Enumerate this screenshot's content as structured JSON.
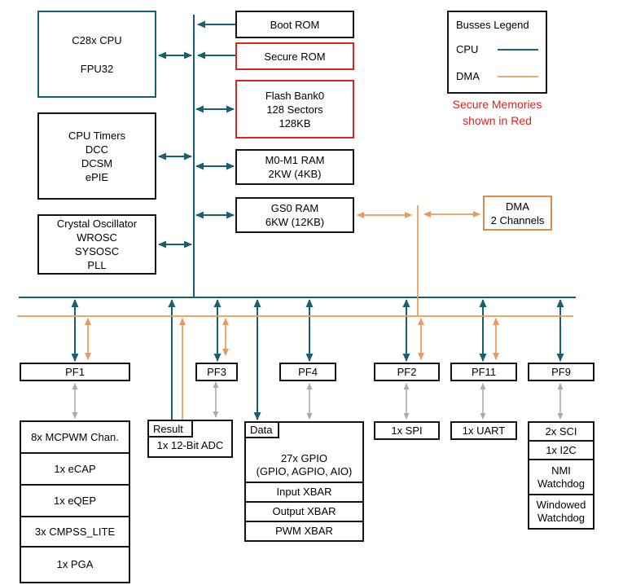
{
  "colors": {
    "cpu_bus_teal": "#1A5E72",
    "dma_bus_orange": "#E79A5F",
    "secure_red": "#DC241F",
    "box_border_black": "#141414",
    "pf_link_gray": "#ABABAB"
  },
  "legend": {
    "title": "Busses Legend",
    "cpu_label": "CPU",
    "dma_label": "DMA",
    "note_line1": "Secure Memories",
    "note_line2": "shown in Red"
  },
  "cpu_block": {
    "line1": "C28x CPU",
    "line2": "FPU32"
  },
  "timers_block": {
    "line1": "CPU Timers",
    "line2": "DCC",
    "line3": "DCSM",
    "line4": "ePIE"
  },
  "osc_block": {
    "line1": "Crystal Oscillator",
    "line2": "WROSC",
    "line3": "SYSOSC",
    "line4": "PLL"
  },
  "memory": {
    "boot_rom": "Boot ROM",
    "secure_rom": "Secure ROM",
    "flash_line1": "Flash Bank0",
    "flash_line2": "128 Sectors",
    "flash_line3": "128KB",
    "m0m1_line1": "M0-M1 RAM",
    "m0m1_line2": "2KW (4KB)",
    "gs0_line1": "GS0 RAM",
    "gs0_line2": "6KW (12KB)"
  },
  "dma_block": {
    "line1": "DMA",
    "line2": "2 Channels"
  },
  "pf": {
    "pf1": "PF1",
    "pf3": "PF3",
    "pf4": "PF4",
    "pf2": "PF2",
    "pf11": "PF11",
    "pf9": "PF9"
  },
  "tags": {
    "result": "Result",
    "data": "Data"
  },
  "analog_stack": {
    "row1": "8x MCPWM Chan.",
    "row2": "1x eCAP",
    "row3": "1x eQEP",
    "row4": "3x CMPSS_LITE",
    "row5": "1x PGA"
  },
  "adc_block": {
    "label": "1x 12-Bit ADC"
  },
  "gpio_block": {
    "line1": "27x GPIO",
    "line2": "(GPIO, AGPIO, AIO)",
    "row1": "Input XBAR",
    "row2": "Output XBAR",
    "row3": "PWM XBAR"
  },
  "spi_block": {
    "label": "1x SPI"
  },
  "uart_block": {
    "label": "1x UART"
  },
  "comm_stack": {
    "row1": "2x SCI",
    "row2": "1x I2C",
    "row3": "NMI Watchdog",
    "row4": "Windowed Watchdog"
  }
}
